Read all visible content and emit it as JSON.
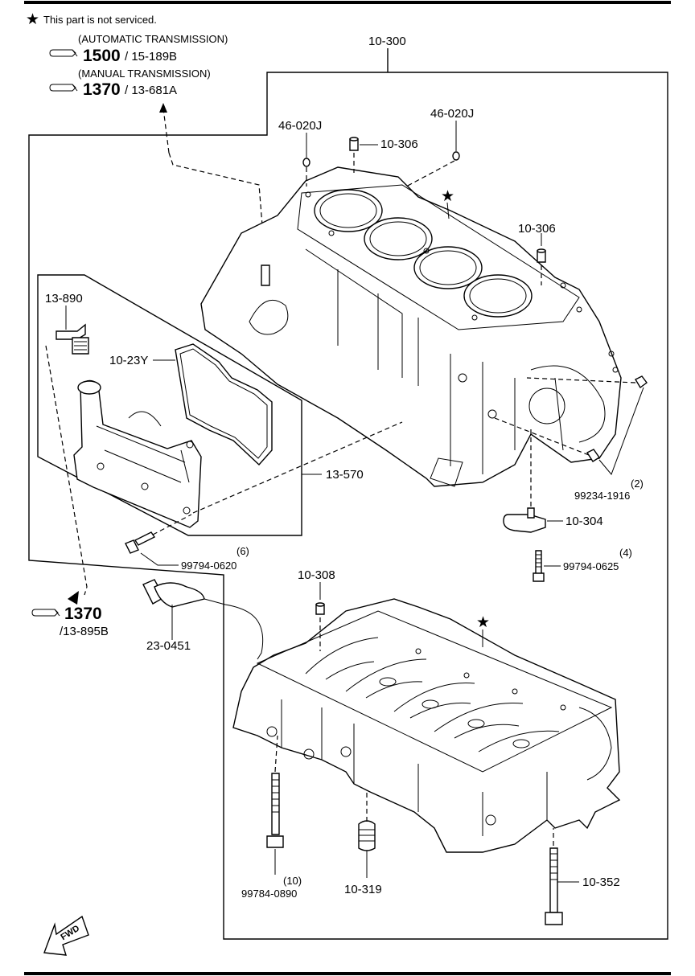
{
  "note": {
    "symbol": "★",
    "text": "This part is not serviced."
  },
  "torque_refs": [
    {
      "condition": "(AUTOMATIC TRANSMISSION)",
      "value": "1500",
      "ref": "/ 15-189B"
    },
    {
      "condition": "(MANUAL TRANSMISSION)",
      "value": "1370",
      "ref": "/ 13-681A"
    },
    {
      "condition": "",
      "value": "1370",
      "ref": "/13-895B"
    }
  ],
  "callouts": {
    "block_assembly": "10-300",
    "dowel_left": "46-020J",
    "dowel_right": "46-020J",
    "knock_pin_top": "10-306",
    "knock_pin_right": "10-306",
    "pcv_valve": "13-890",
    "gasket": "10-23Y",
    "oil_separator": "13-570",
    "bolt_separator": "99794-0620",
    "bolt_separator_qty": "(6)",
    "plug": "99234-1916",
    "plug_qty": "(2)",
    "bracket": "10-304",
    "bolt_bracket": "99794-0625",
    "bolt_bracket_qty": "(4)",
    "pin_lower": "10-308",
    "sensor": "23-0451",
    "bolt_main": "99784-0890",
    "bolt_main_qty": "(10)",
    "plug_lower": "10-319",
    "bolt_lower": "10-352"
  },
  "fwd_label": "FWD"
}
